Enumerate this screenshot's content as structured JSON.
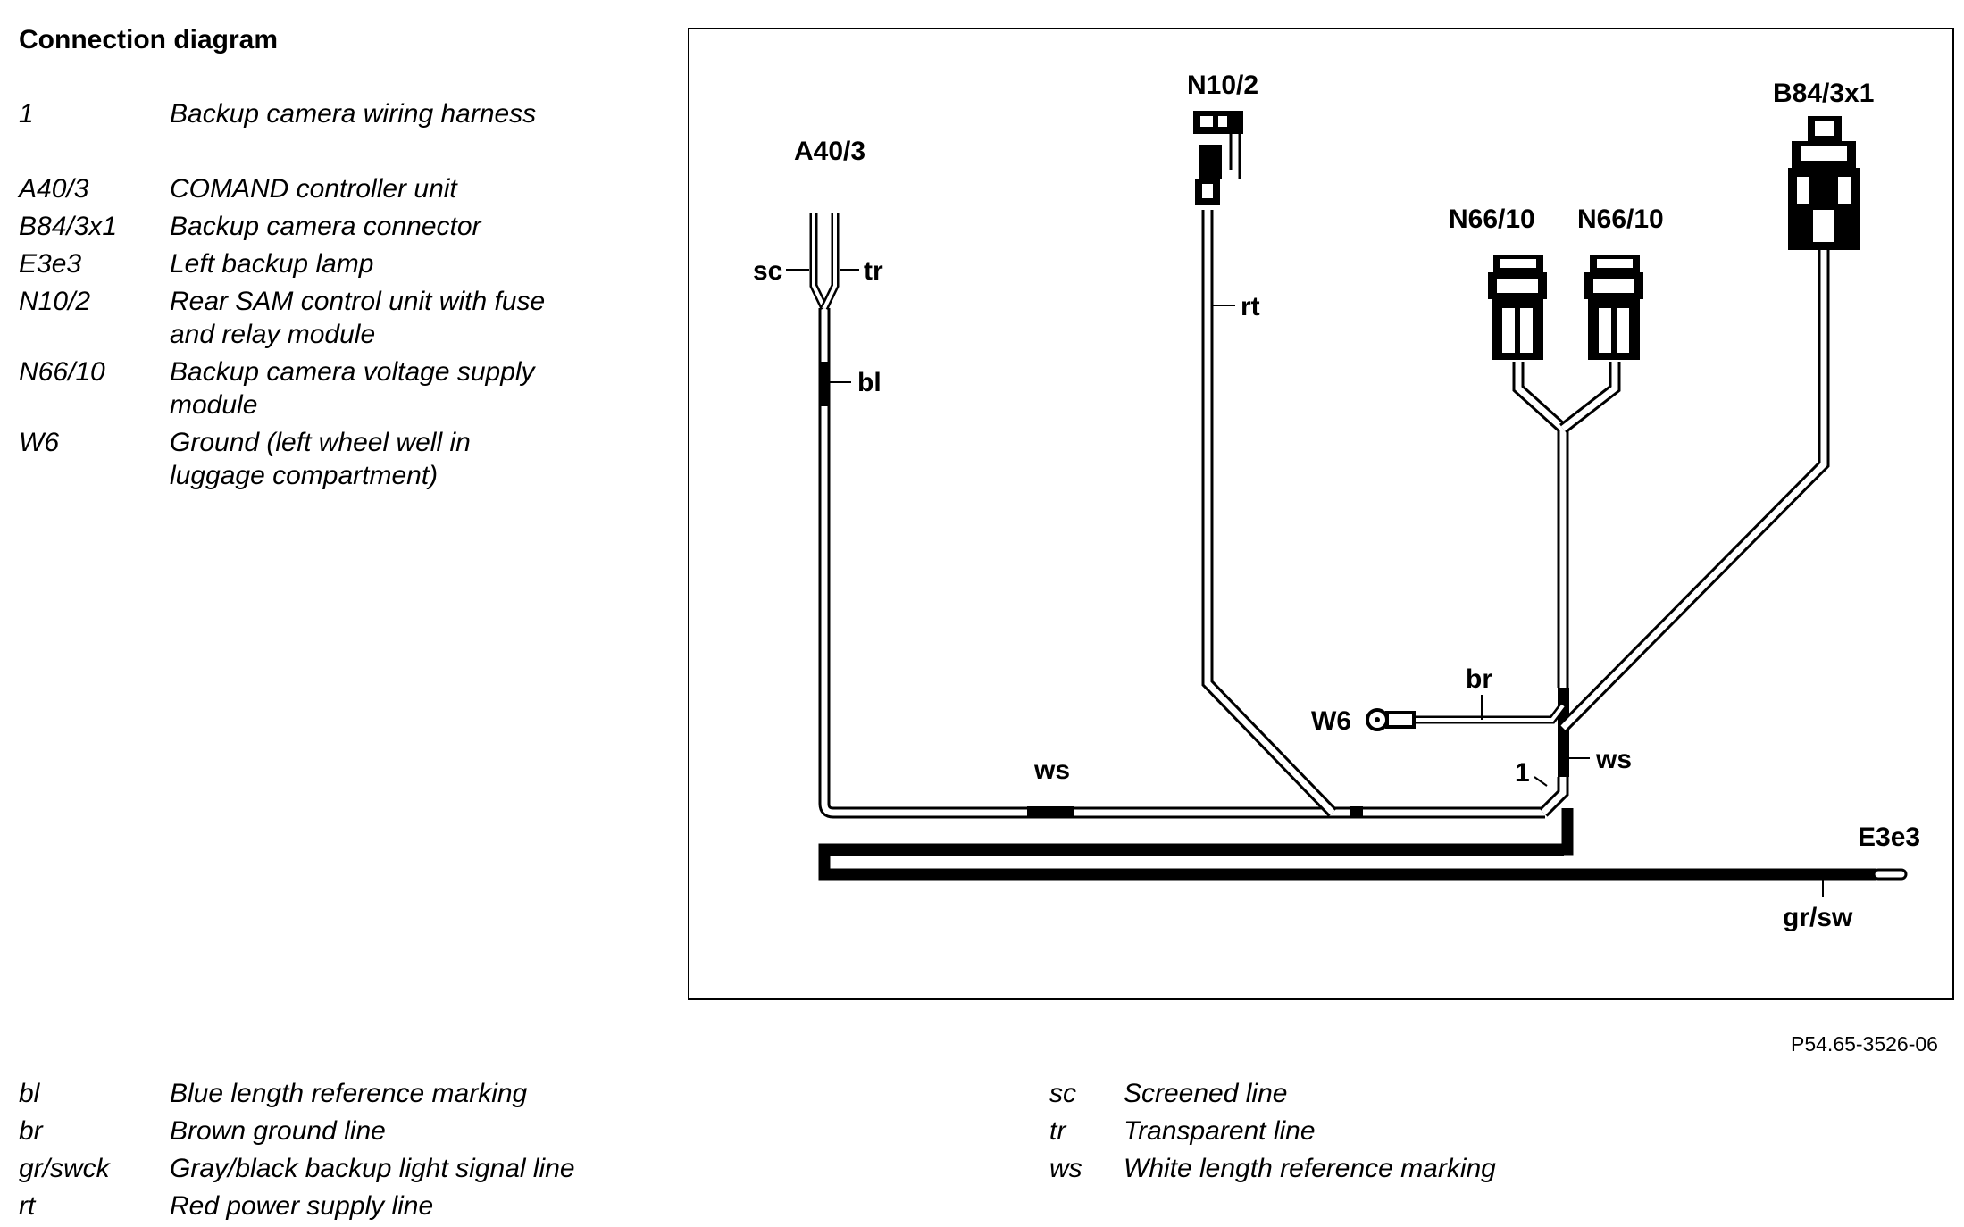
{
  "title": "Connection diagram",
  "legend_top": [
    {
      "code": "1",
      "lines": [
        "Backup camera wiring harness"
      ]
    },
    {
      "code": "A40/3",
      "lines": [
        "COMAND controller unit"
      ]
    },
    {
      "code": "B84/3x1",
      "lines": [
        "Backup camera connector"
      ]
    },
    {
      "code": "E3e3",
      "lines": [
        "Left backup lamp"
      ]
    },
    {
      "code": "N10/2",
      "lines": [
        "Rear SAM control unit with fuse",
        "and relay module"
      ]
    },
    {
      "code": "N66/10",
      "lines": [
        "Backup camera voltage supply",
        "module"
      ]
    },
    {
      "code": "W6",
      "lines": [
        "Ground (left wheel well in",
        "luggage compartment)"
      ]
    }
  ],
  "figure_ref": "P54.65-3526-06",
  "diagram_labels": {
    "a40_3": "A40/3",
    "n10_2": "N10/2",
    "n66_10_left": "N66/10",
    "n66_10_right": "N66/10",
    "b84_3x1": "B84/3x1",
    "w6": "W6",
    "e3e3": "E3e3",
    "sc": "sc",
    "tr": "tr",
    "bl": "bl",
    "rt": "rt",
    "br": "br",
    "ws_left": "ws",
    "ws_right": "ws",
    "harness_1": "1",
    "gr_sw": "gr/sw"
  },
  "legend_bottom_left": [
    {
      "code": "bl",
      "desc": "Blue length reference marking"
    },
    {
      "code": "br",
      "desc": "Brown ground line"
    },
    {
      "code": "gr/swck",
      "desc": "Gray/black backup light signal line"
    },
    {
      "code": "rt",
      "desc": "Red power supply line"
    }
  ],
  "legend_bottom_right": [
    {
      "code": "sc",
      "desc": "Screened line"
    },
    {
      "code": "tr",
      "desc": "Transparent line"
    },
    {
      "code": "ws",
      "desc": "White length reference marking"
    }
  ]
}
